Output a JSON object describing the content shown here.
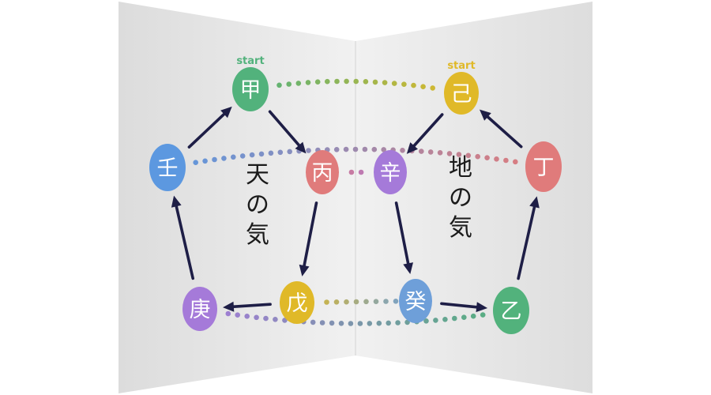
{
  "panels": {
    "left_title": [
      "天",
      "の",
      "気"
    ],
    "right_title": [
      "地",
      "の",
      "気"
    ]
  },
  "nodes": [
    {
      "id": "kou",
      "label": "甲",
      "color": "#52b27c"
    },
    {
      "id": "hei",
      "label": "丙",
      "color": "#e07b7b"
    },
    {
      "id": "bo",
      "label": "戊",
      "color": "#e0b928"
    },
    {
      "id": "kou2",
      "label": "庚",
      "color": "#a57ad9"
    },
    {
      "id": "jin",
      "label": "壬",
      "color": "#5c98e0"
    },
    {
      "id": "ki",
      "label": "己",
      "color": "#e0b928"
    },
    {
      "id": "shin",
      "label": "辛",
      "color": "#a57ad9"
    },
    {
      "id": "ki2",
      "label": "癸",
      "color": "#6e9fd9"
    },
    {
      "id": "otsu",
      "label": "乙",
      "color": "#52b27c"
    },
    {
      "id": "tei",
      "label": "丁",
      "color": "#e07b7b"
    }
  ],
  "start_markers": [
    {
      "node": "kou",
      "label": "start",
      "color": "#52b27c"
    },
    {
      "node": "ki",
      "label": "start",
      "color": "#e0b928"
    }
  ],
  "arrows": [
    {
      "from": "kou",
      "to": "hei"
    },
    {
      "from": "hei",
      "to": "bo"
    },
    {
      "from": "bo",
      "to": "kou2"
    },
    {
      "from": "kou2",
      "to": "jin"
    },
    {
      "from": "jin",
      "to": "kou"
    },
    {
      "from": "ki",
      "to": "shin"
    },
    {
      "from": "shin",
      "to": "ki2"
    },
    {
      "from": "ki2",
      "to": "otsu"
    },
    {
      "from": "otsu",
      "to": "tei"
    },
    {
      "from": "tei",
      "to": "ki"
    }
  ],
  "dotted_links": [
    {
      "from": "kou",
      "to": "ki",
      "colors": [
        "#52b27c",
        "#e0b928"
      ]
    },
    {
      "from": "jin",
      "to": "tei",
      "colors": [
        "#5c98e0",
        "#e07b7b"
      ]
    },
    {
      "from": "hei",
      "to": "shin",
      "colors": [
        "#e07b7b",
        "#a57ad9"
      ]
    },
    {
      "from": "bo",
      "to": "ki2",
      "colors": [
        "#e0b928",
        "#6e9fd9"
      ]
    },
    {
      "from": "kou2",
      "to": "otsu",
      "colors": [
        "#a57ad9",
        "#52b27c"
      ]
    }
  ],
  "colors": {
    "arrow": "#1e1e46",
    "panel_left": "#e9e9e9",
    "panel_right": "#e4e4e4"
  }
}
